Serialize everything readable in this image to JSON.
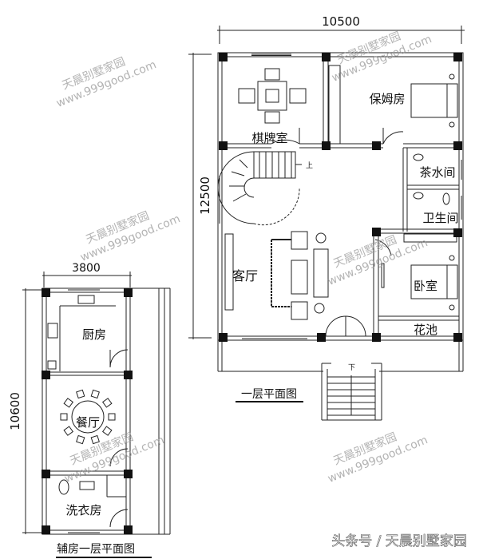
{
  "main_plan": {
    "title": "一层平面图",
    "width_dim": "10500",
    "depth_dim": "12500",
    "rooms": {
      "chess_room": "棋牌室",
      "nanny_room": "保姆房",
      "tea_room": "茶水间",
      "bathroom": "卫生间",
      "living_room": "客厅",
      "bedroom": "卧室",
      "flower_bed": "花池"
    },
    "stair_up": "上",
    "stair_down": "下"
  },
  "annex_plan": {
    "title": "辅房一层平面图",
    "width_dim": "3800",
    "depth_dim": "10600",
    "rooms": {
      "kitchen": "厨房",
      "dining": "餐厅",
      "laundry": "洗衣房"
    }
  },
  "watermark": {
    "name": "天晨别墅家园",
    "url": "www.999good.com"
  },
  "footer": "头条号 / 天晨别墅家园"
}
